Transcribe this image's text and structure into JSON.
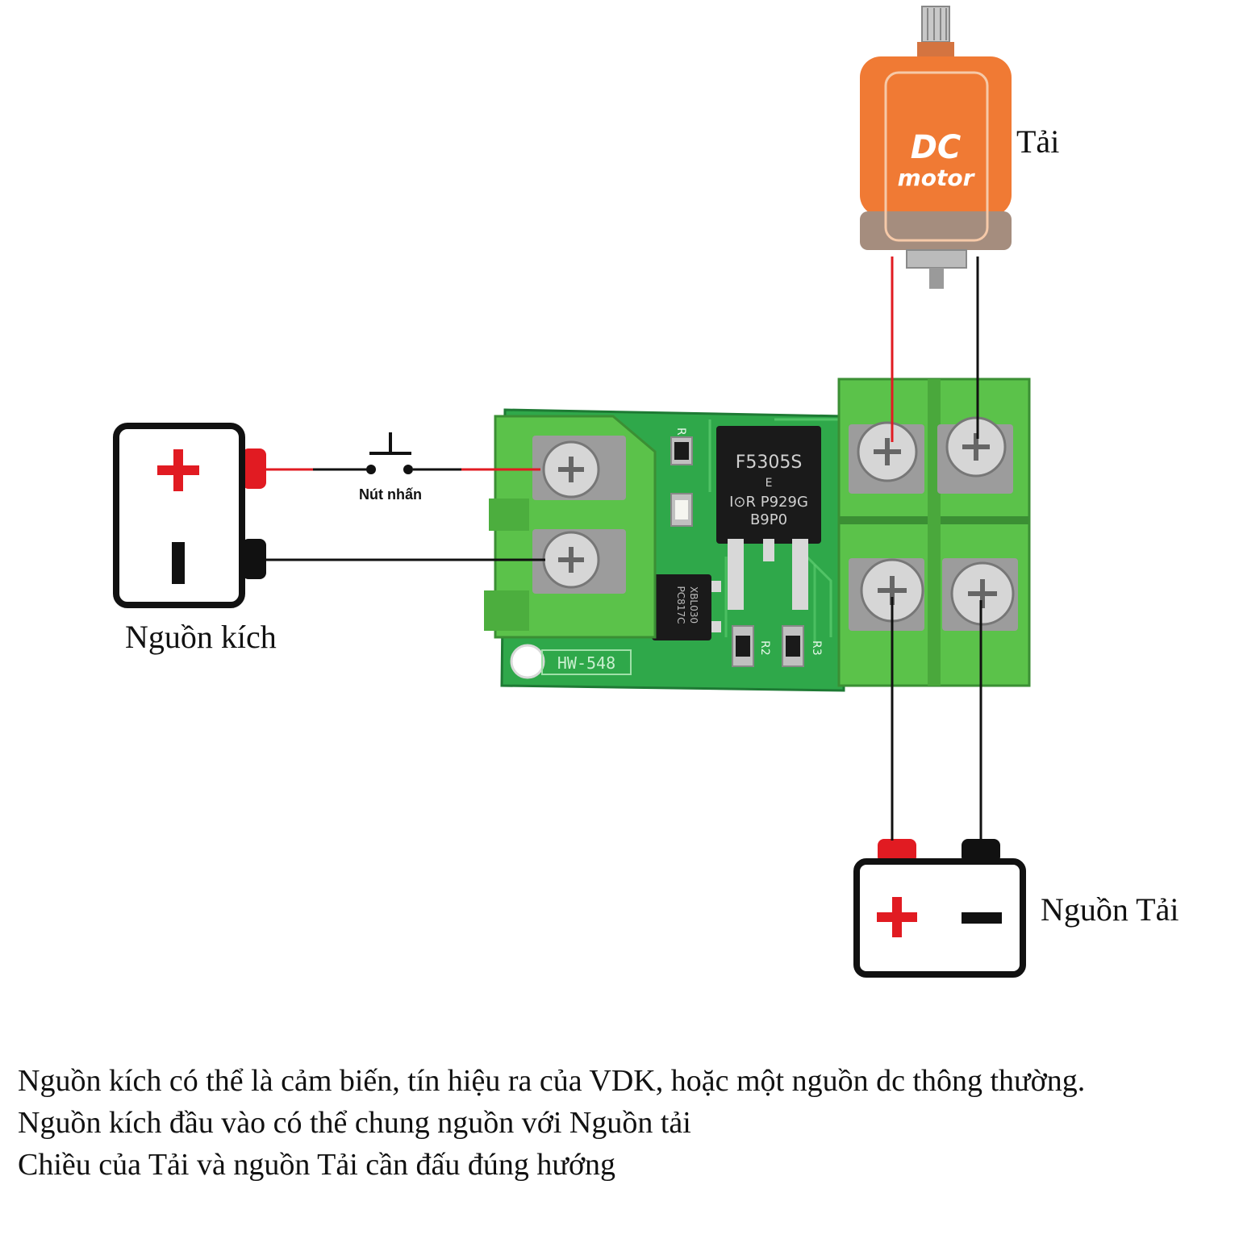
{
  "labels": {
    "load": "Tải",
    "trigger_source": "Nguồn kích",
    "load_source": "Nguồn Tải",
    "push_button": "Nút nhấn"
  },
  "motor": {
    "line1": "DC",
    "line2": "motor"
  },
  "board": {
    "mosfet_line1": "F5305S",
    "mosfet_line2": "E",
    "mosfet_line3": "I⊙R P929G",
    "mosfet_line4": "B9P0",
    "optocoupler_line1": "PC817C",
    "optocoupler_line2": "XBL030",
    "model": "HW-548",
    "r1": "R1",
    "r2": "R2",
    "r3": "R3"
  },
  "notes": [
    "Nguồn kích có thể là cảm biến, tín hiệu ra của VDK, hoặc một nguồn dc thông thường.",
    "Nguồn kích đầu vào có thể chung nguồn với Nguồn tải",
    "Chiều của Tải và nguồn Tải cần đấu đúng hướng"
  ],
  "colors": {
    "pcb": "#2fa84a",
    "terminal": "#5bc24a",
    "motor_body": "#f07a34",
    "motor_base": "#a58d7e",
    "wire_positive": "#e11b22",
    "wire_negative": "#111111"
  }
}
